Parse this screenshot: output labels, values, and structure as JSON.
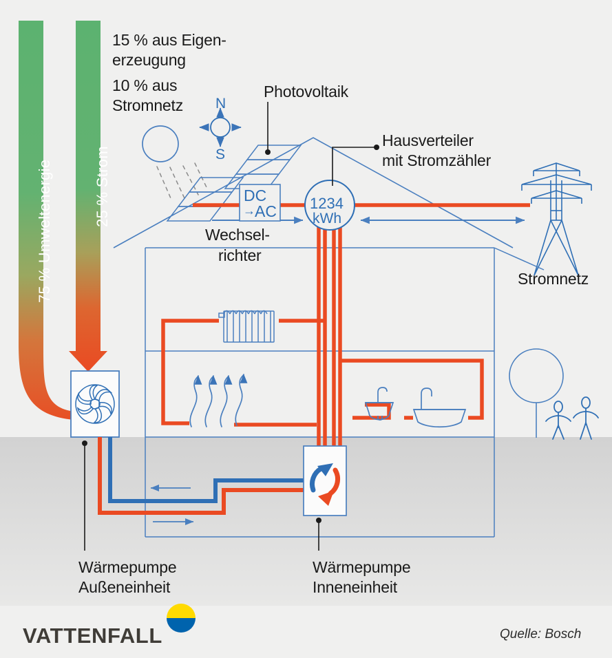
{
  "meta": {
    "title": "Wärmepumpe mit Photovoltaik – Energieflussdiagramm",
    "background_color": "#f0f0ef",
    "ground_color": "#d4d4d4"
  },
  "colors": {
    "green": "#5cb270",
    "red": "#ea4a22",
    "blue": "#2f6fb5",
    "blue_line": "#4a7fbf",
    "text": "#1a1a1a",
    "logo_text": "#3f3c37",
    "logo_yellow": "#ffda00",
    "logo_blue": "#0063ad"
  },
  "energy_bars": [
    {
      "id": "umweltenergie",
      "label": "75 % Umweltenergie",
      "percent": 75,
      "orientation": "vertical-curved-right"
    },
    {
      "id": "strom",
      "label": "25 % Strom",
      "percent": 25,
      "orientation": "vertical-down"
    }
  ],
  "strom_breakdown": [
    {
      "line1": "15 % aus Eigen-",
      "line2": "erzeugung"
    },
    {
      "line1": "10 % aus",
      "line2": "Stromnetz"
    }
  ],
  "labels": {
    "photovoltaik": "Photovoltaik",
    "hausverteiler_line1": "Hausverteiler",
    "hausverteiler_line2": "mit Stromzähler",
    "wechselrichter_line1": "Wechsel-",
    "wechselrichter_line2": "richter",
    "stromnetz": "Stromnetz",
    "wp_aussen_line1": "Wärmepumpe",
    "wp_aussen_line2": "Außeneinheit",
    "wp_innen_line1": "Wärmepumpe",
    "wp_innen_line2": "Inneneinheit"
  },
  "inverter": {
    "top": "DC",
    "bottom": "AC",
    "arrow": "→"
  },
  "meter": {
    "value": "1234",
    "unit": "kWh"
  },
  "compass": {
    "north": "N",
    "south": "S"
  },
  "icons": [
    {
      "name": "sun-icon",
      "description": "Sonne mit Strahlen"
    },
    {
      "name": "compass-icon",
      "description": "Himmelsrichtungen Nord Süd"
    },
    {
      "name": "solar-panel-icon",
      "description": "Photovoltaikmodule auf dem Dach"
    },
    {
      "name": "inverter-icon",
      "description": "Wechselrichter DC zu AC"
    },
    {
      "name": "electricity-meter-icon",
      "description": "Stromzähler 1234 kWh"
    },
    {
      "name": "pylon-icon",
      "description": "Strommast Stromnetz"
    },
    {
      "name": "radiator-icon",
      "description": "Heizkörper"
    },
    {
      "name": "underfloor-heating-icon",
      "description": "Fußbodenheizung Wärmewellen"
    },
    {
      "name": "sink-icon",
      "description": "Waschbecken mit Armatur"
    },
    {
      "name": "bathtub-icon",
      "description": "Badewanne mit Armatur"
    },
    {
      "name": "heat-pump-outdoor-icon",
      "description": "Ventilator der Außeneinheit"
    },
    {
      "name": "heat-pump-indoor-icon",
      "description": "Kreislauf der Inneneinheit"
    },
    {
      "name": "tree-icon",
      "description": "Baum"
    },
    {
      "name": "people-icon",
      "description": "Zwei Personen"
    }
  ],
  "footer": {
    "brand": "VATTENFALL",
    "source": "Quelle: Bosch"
  }
}
